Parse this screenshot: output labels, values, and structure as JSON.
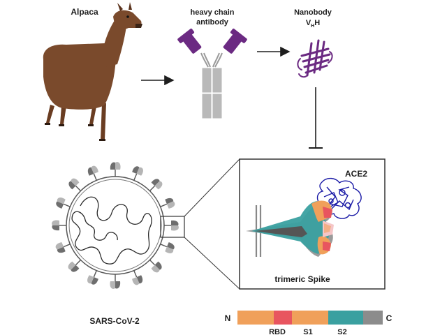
{
  "labels": {
    "alpaca": "Alpaca",
    "antibody_line1": "heavy chain",
    "antibody_line2": "antibody",
    "nanobody_line1": "Nanobody",
    "nanobody_vh_main": "V",
    "nanobody_vh_sub": "H",
    "nanobody_vh_end": "H",
    "ace2": "ACE2",
    "spike": "trimeric Spike",
    "virus": "SARS-CoV-2"
  },
  "domain_bar": {
    "n_terminus": "N",
    "c_terminus": "C",
    "rbd": "RBD",
    "s1": "S1",
    "s2": "S2"
  },
  "colors": {
    "antibody_variable": "#6b2a82",
    "antibody_constant": "#b9b9b9",
    "nanobody": "#6b2a82",
    "ace2": "#1a1aa6",
    "s1": "#f0a05a",
    "rbd": "#e8555f",
    "s2": "#3aa0a0",
    "terminal": "#8c8c8c",
    "alpaca": "#7a4a2c"
  }
}
